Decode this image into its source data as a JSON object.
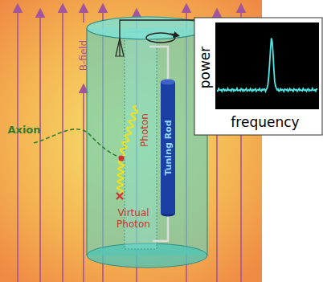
{
  "diagram": {
    "nodes": [
      {
        "text": [
          "Tuning Rod"
        ]
      }
    ],
    "labels": [
      "B-field",
      "Axion",
      "Photon",
      "Virtual Photon",
      "power",
      "frequency"
    ]
  }
}
